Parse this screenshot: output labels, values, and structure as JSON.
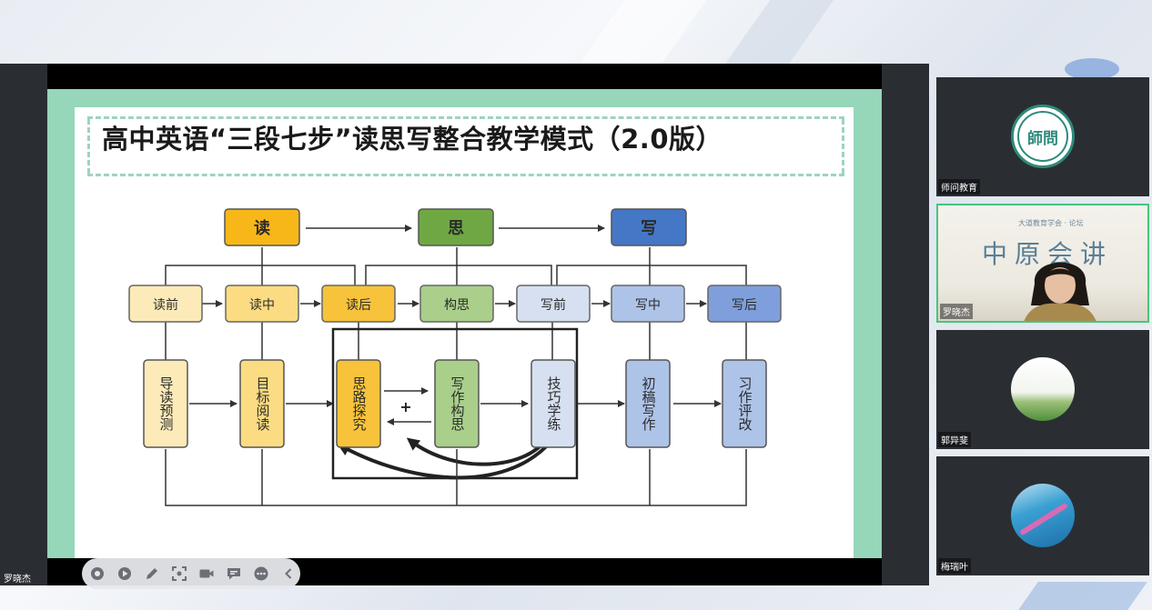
{
  "slide": {
    "title": "高中英语“三段七步”读思写整合教学模式（2.0版）",
    "stages": [
      "读",
      "思",
      "写"
    ],
    "steps": [
      "读前",
      "读中",
      "读后",
      "构思",
      "写前",
      "写中",
      "写后"
    ],
    "activities": [
      "导读预测",
      "目标阅读",
      "思路探究",
      "写作构思",
      "技巧学练",
      "初稿写作",
      "习作评改"
    ],
    "plus_sign": "+",
    "colors": {
      "read": "#f7b718",
      "think": "#6fa842",
      "write": "#4577c7",
      "read_light": "#fcebb8",
      "read_mid": "#fbdc82",
      "think_light": "#a9cf8a",
      "write_light": "#d6e0f0",
      "write_mid": "#aec3e8",
      "write_strong": "#7f9fdc"
    }
  },
  "toolbar": {
    "icons": [
      "record-icon",
      "play-icon",
      "pen-icon",
      "screenshot-icon",
      "camera-icon",
      "chat-icon",
      "more-icon",
      "collapse-icon"
    ]
  },
  "presenter": {
    "name": "罗晓杰"
  },
  "participants": [
    {
      "name": "师问教育",
      "logo_text": "師問"
    },
    {
      "name": "罗晓杰",
      "banner": "中原会讲",
      "banner_small": "大道教育学会 · 论坛"
    },
    {
      "name": "郭异斐"
    },
    {
      "name": "梅瑞叶"
    }
  ]
}
